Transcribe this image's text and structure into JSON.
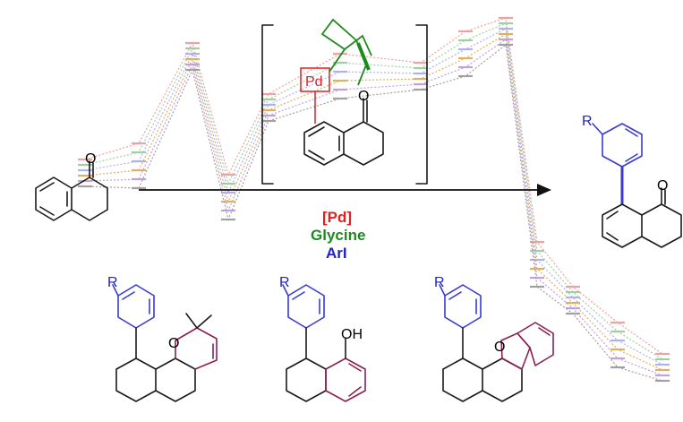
{
  "reagents": {
    "catalyst": "[Pd]",
    "ligand": "Glycine",
    "aryl": "ArI"
  },
  "labels": {
    "pd_box": "Pd",
    "carbonyl_O": "O",
    "substituent_R": "R",
    "hydroxyl": "OH"
  },
  "colors": {
    "catalyst": "#e02020",
    "ligand": "#1e8a1e",
    "aryl": "#2222cc",
    "ring": "#8a2050",
    "arrow": "#111111"
  },
  "energy_profile_colors": [
    "#f0a0a0",
    "#a0d0a0",
    "#b0b0f0",
    "#e0b060",
    "#c0a0e0",
    "#a0a0a0"
  ]
}
